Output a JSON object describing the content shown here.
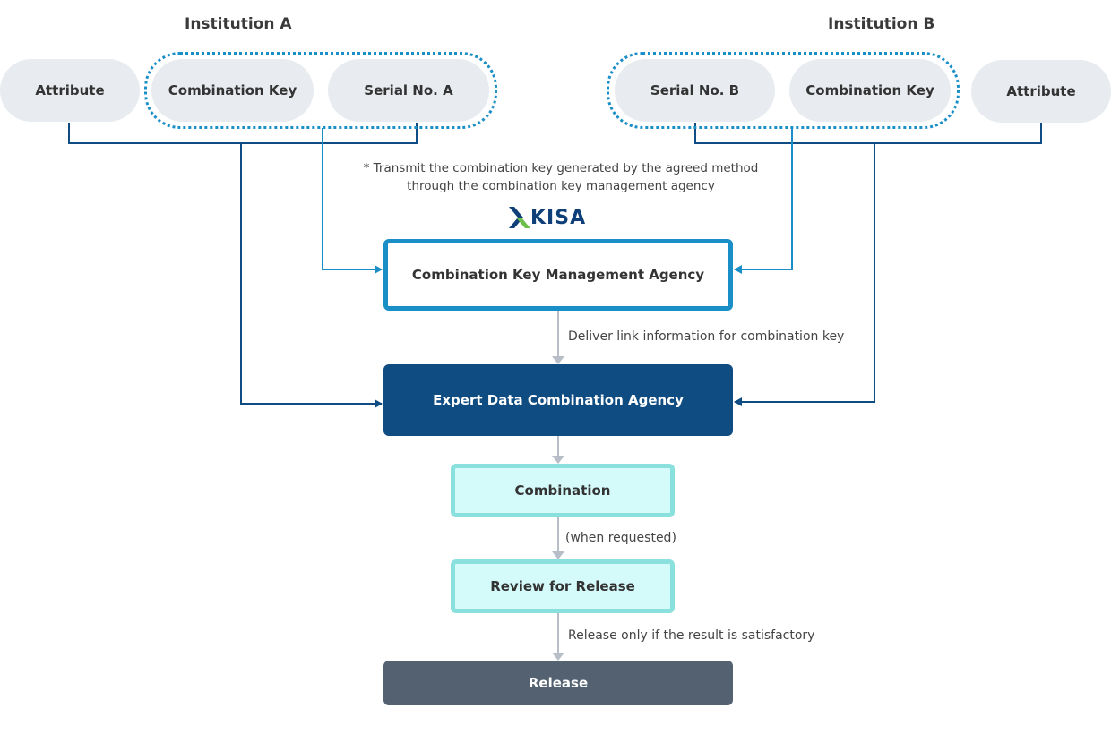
{
  "institution_a": {
    "title": "Institution A",
    "attribute": "Attribute",
    "combination_key": "Combination Key",
    "serial_no": "Serial No. A"
  },
  "institution_b": {
    "title": "Institution B",
    "serial_no": "Serial No. B",
    "combination_key": "Combination Key",
    "attribute": "Attribute"
  },
  "note": {
    "line1": "* Transmit the combination key generated by the agreed method",
    "line2": "through the combination key management agency"
  },
  "logo": {
    "text": "KISA"
  },
  "nodes": {
    "key_management_agency": "Combination Key Management Agency",
    "expert_agency": "Expert Data Combination Agency",
    "combination": "Combination",
    "review": "Review for Release",
    "release": "Release"
  },
  "edge_labels": {
    "deliver_link": "Deliver link information for combination key",
    "when_requested": "(when requested)",
    "release_condition": "Release only if the result is satisfactory"
  },
  "colors": {
    "accent_blue": "#1a8fc7",
    "dark_blue": "#0f4c82",
    "teal_border": "#8ae0dc",
    "teal_fill": "#d4fbfa",
    "release_gray": "#536170",
    "pill_gray": "#e8ebef"
  }
}
